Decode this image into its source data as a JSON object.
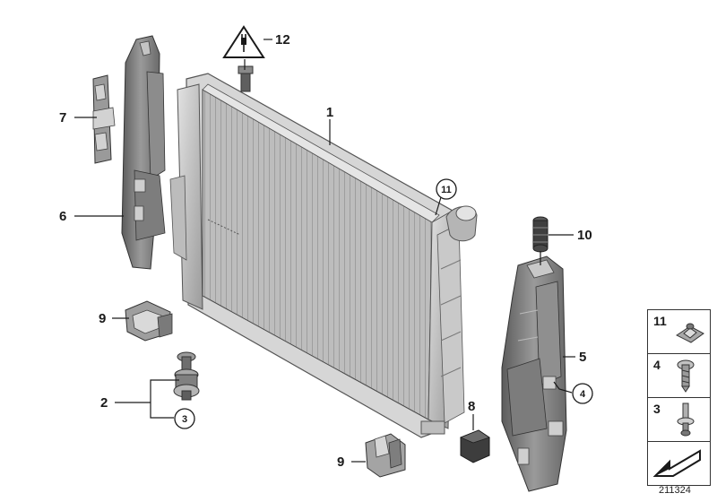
{
  "callouts": {
    "c1": "1",
    "c2": "2",
    "c3": "3",
    "c4": "4",
    "c5": "5",
    "c6": "6",
    "c7": "7",
    "c8": "8",
    "c9a": "9",
    "c9b": "9",
    "c10": "10",
    "c11": "11",
    "c12": "12"
  },
  "side_panel": {
    "items": [
      {
        "number": "11",
        "icon": "clip-nut-icon"
      },
      {
        "number": "4",
        "icon": "screw-icon"
      },
      {
        "number": "3",
        "icon": "rivet-bolt-icon"
      }
    ],
    "arrow_icon": "arrow-icon"
  },
  "diagram_number": "211324",
  "colors": {
    "part_dark": "#6e6e6e",
    "part_mid": "#a3a3a3",
    "part_light": "#cfcfcf",
    "line": "#1a1a1a"
  }
}
